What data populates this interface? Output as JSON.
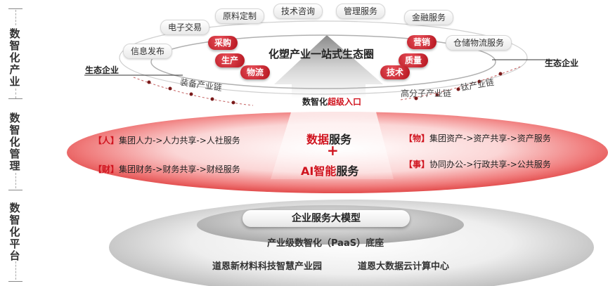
{
  "left_labels": [
    "数智化产业",
    "数智化管理",
    "数智化平台"
  ],
  "ecosystem": {
    "title": "化塑产业一站式生态圈",
    "side_label_left": "生态企业",
    "side_label_right": "生态企业",
    "outer_services": [
      "电子交易",
      "原料定制",
      "技术咨询",
      "管理服务",
      "金融服务",
      "信息发布",
      "仓储物流服务"
    ],
    "inner_red": [
      "采购",
      "生产",
      "物流",
      "营销",
      "质量",
      "技术"
    ],
    "chains": [
      "装备产业链",
      "高分子产业链",
      "钛产业链"
    ]
  },
  "entry": {
    "prefix": "数智化",
    "highlight": "超级入口"
  },
  "management": {
    "center_line1_a": "数据",
    "center_line1_b": "服务",
    "center_plus": "+",
    "center_line2_a": "AI",
    "center_line2_b": "智能",
    "center_line2_c": "服务",
    "items": [
      {
        "key": "【人】",
        "text": "集团人力->人力共享->人社服务"
      },
      {
        "key": "【财】",
        "text": "集团财务->财务共享->财经服务"
      },
      {
        "key": "【物】",
        "text": "集团资产->资产共享->资产服务"
      },
      {
        "key": "【事】",
        "text": "协同办公->行政共享->公共服务"
      }
    ]
  },
  "platform": {
    "model": "企业服务大模型",
    "paas": "产业级数智化（PaaS）底座",
    "bases": [
      "道恩新材料科技智慧产业园",
      "道恩大数据云计算中心"
    ]
  },
  "colors": {
    "accent": "#d0141f"
  }
}
